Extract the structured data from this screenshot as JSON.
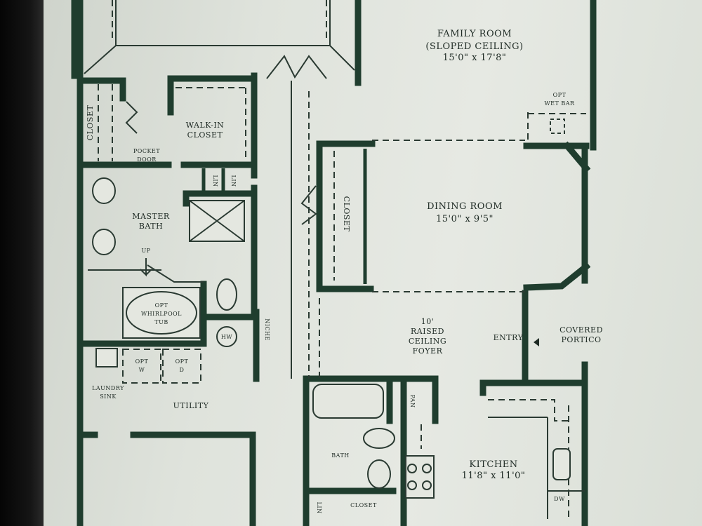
{
  "rooms": {
    "family_room": {
      "name": "FAMILY ROOM",
      "note": "(SLOPED CEILING)",
      "dims": "15'0\" x 17'8\""
    },
    "dining_room": {
      "name": "DINING ROOM",
      "dims": "15'0\" x 9'5\""
    },
    "kitchen": {
      "name": "KITCHEN",
      "dims": "11'8\" x 11'0\""
    },
    "master_bath": {
      "line1": "MASTER",
      "line2": "BATH"
    },
    "walk_in_closet": {
      "line1": "WALK-IN",
      "line2": "CLOSET"
    },
    "foyer": {
      "line1": "10'",
      "line2": "RAISED",
      "line3": "CEILING",
      "line4": "FOYER"
    },
    "utility": {
      "name": "UTILITY"
    },
    "bath": {
      "name": "BATH"
    }
  },
  "labels": {
    "closet_left": "CLOSET",
    "closet_dining": "CLOSET",
    "closet_bath": "CLOSET",
    "pocket_door_1": "POCKET",
    "pocket_door_2": "DOOR",
    "lin_1": "LIN",
    "lin_2": "LIN",
    "lin_3": "LIN",
    "pan": "PAN",
    "up": "UP",
    "whirlpool_1": "OPT",
    "whirlpool_2": "WHIRLPOOL",
    "whirlpool_3": "TUB",
    "hw": "HW",
    "niche": "NICHE",
    "opt_w_1": "OPT",
    "opt_w_2": "W",
    "opt_d_1": "OPT",
    "opt_d_2": "D",
    "laundry_1": "LAUNDRY",
    "laundry_2": "SINK",
    "wet_bar_1": "OPT",
    "wet_bar_2": "WET BAR",
    "entry": "ENTRY",
    "covered_1": "COVERED",
    "covered_2": "PORTICO",
    "dw": "DW"
  },
  "colors": {
    "wall": "#1f3d2e",
    "paper": "#e3e6e0"
  }
}
